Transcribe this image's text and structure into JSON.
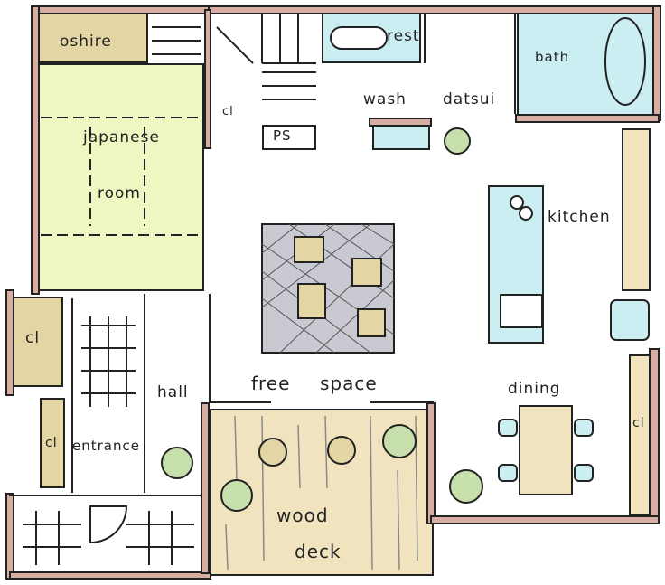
{
  "rooms": {
    "oshire": "oshire",
    "japanese": "japanese",
    "room": "room",
    "rest": "rest",
    "wash": "wash",
    "datsui": "datsui",
    "bath": "bath",
    "ps": "PS",
    "cl_stair": "cl",
    "cl_left": "cl",
    "cl_entrance": "cl",
    "cl_right": "cl",
    "kitchen": "kitchen",
    "free": "free",
    "space": "space",
    "hall": "hall",
    "entrance": "entrance",
    "dining": "dining",
    "wood": "wood",
    "deck": "deck"
  },
  "colors": {
    "wall": "#d7aea2",
    "tatami": "#eef7c2",
    "oshire": "#e4d6a4",
    "water": "#caeef2",
    "deck": "#f1e3be",
    "plant": "#c7e0ab",
    "rug": "#c9c9d2"
  }
}
